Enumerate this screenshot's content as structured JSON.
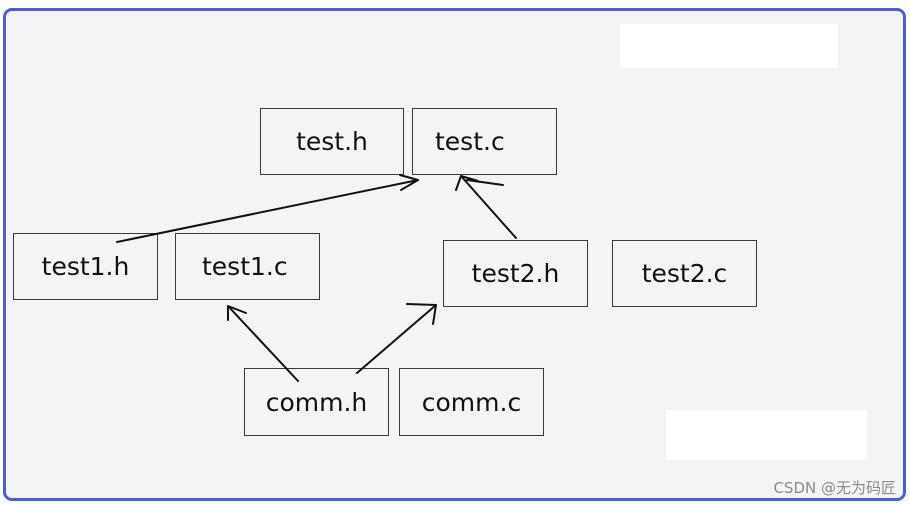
{
  "diagram": {
    "nodes": [
      {
        "id": "test_h",
        "label": "test.h"
      },
      {
        "id": "test_c",
        "label": "test.c"
      },
      {
        "id": "test1_h",
        "label": "test1.h"
      },
      {
        "id": "test1_c",
        "label": "test1.c"
      },
      {
        "id": "test2_h",
        "label": "test2.h"
      },
      {
        "id": "test2_c",
        "label": "test2.c"
      },
      {
        "id": "comm_h",
        "label": "comm.h"
      },
      {
        "id": "comm_c",
        "label": "comm.c"
      }
    ],
    "edges": [
      {
        "from": "test1_h",
        "to": "test_c"
      },
      {
        "from": "test2_h",
        "to": "test_c"
      },
      {
        "from": "comm_h",
        "to": "test1_c"
      },
      {
        "from": "comm_h",
        "to": "test2_h"
      }
    ]
  },
  "watermark": "CSDN @无为码匠",
  "colors": {
    "frame_border": "#4a5fd6",
    "canvas": "#f4f4f6",
    "box_border": "#3a3a3a",
    "arrow": "#111111"
  }
}
